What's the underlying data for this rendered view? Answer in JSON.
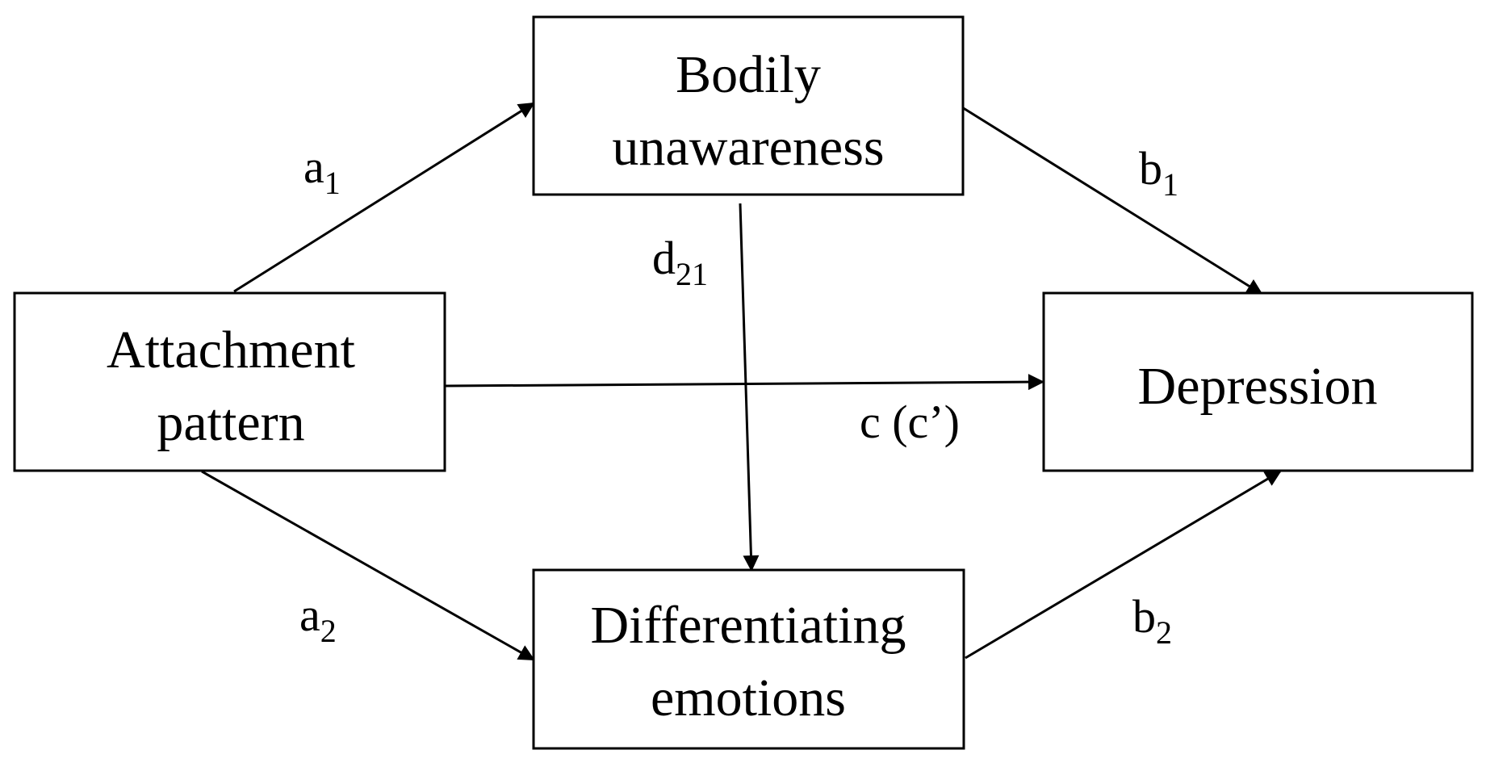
{
  "nodes": {
    "bodily": {
      "line1": "Bodily",
      "line2": "unawareness"
    },
    "attachment": {
      "line1": "Attachment",
      "line2": "pattern"
    },
    "depression": {
      "line1": "Depression"
    },
    "emotions": {
      "line1": "Differentiating",
      "line2": "emotions"
    }
  },
  "edges": {
    "a1": {
      "base": "a",
      "sub": "1"
    },
    "a2": {
      "base": "a",
      "sub": "2"
    },
    "b1": {
      "base": "b",
      "sub": "1"
    },
    "b2": {
      "base": "b",
      "sub": "2"
    },
    "d21": {
      "base": "d",
      "sub": "21"
    },
    "c": {
      "label": "c (c’)"
    }
  }
}
